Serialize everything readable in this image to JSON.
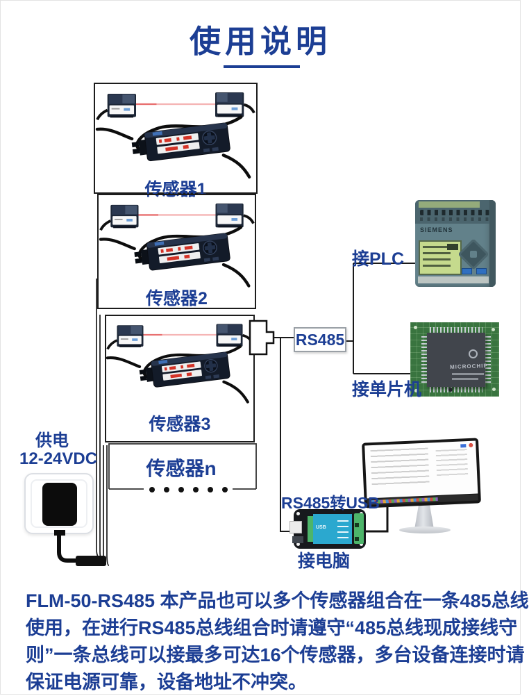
{
  "title": {
    "text": "使用说明"
  },
  "sensors": {
    "boxes": [
      {
        "label": "传感器1"
      },
      {
        "label": "传感器2"
      },
      {
        "label": "传感器3"
      }
    ],
    "more_label": "传感器n"
  },
  "bus": {
    "rs485": "RS485",
    "plc": "接PLC",
    "mcu": "接单片机",
    "usb_converter": "RS485转USB",
    "pc": "接电脑"
  },
  "power": {
    "title": "供电",
    "voltage": "12-24VDC"
  },
  "devices": {
    "plc_brand": "SIEMENS",
    "mcu_brand": "MICROCHIP",
    "usb_port": "USB"
  },
  "footer": {
    "lines": [
      "FLM-50-RS485 本产品也可以多个传感器组合在一条485总线",
      "使用，在进行RS485总线组合时请遵守“485总线现成接线守",
      "则”一条总线可以接最多可达16个传感器，多台设备连接时请",
      "保证电源可靠，设备地址不冲突。"
    ]
  },
  "colors": {
    "accent_blue": "#1c3e94",
    "beam_red": "#ef8f8f",
    "pcb_green": "#39743f",
    "plc_teal": "#62818a",
    "usb_cyan": "#2ba8cf",
    "wire_black": "#1a1a1a"
  }
}
